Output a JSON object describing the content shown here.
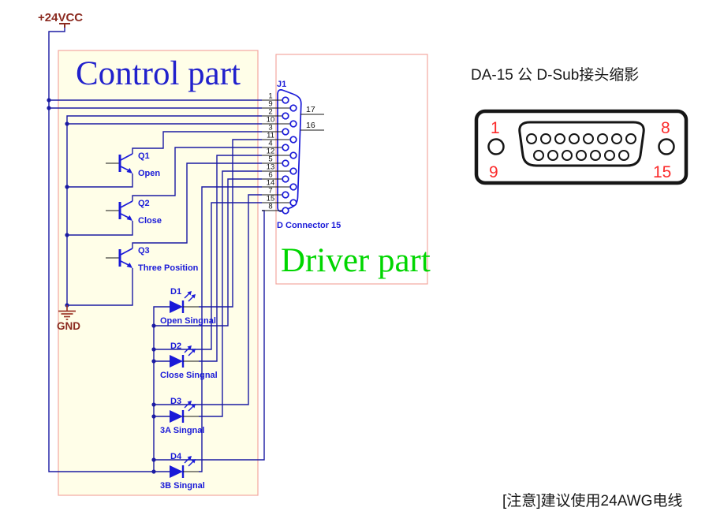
{
  "power": {
    "vcc": "+24VCC",
    "gnd": "GND"
  },
  "control": {
    "title": "Control part",
    "transistors": [
      {
        "ref": "Q1",
        "label": "Open"
      },
      {
        "ref": "Q2",
        "label": "Close"
      },
      {
        "ref": "Q3",
        "label": "Three Position"
      }
    ],
    "leds": [
      {
        "ref": "D1",
        "label": "Open Singnal"
      },
      {
        "ref": "D2",
        "label": "Close Singnal"
      },
      {
        "ref": "D3",
        "label": "3A Singnal"
      },
      {
        "ref": "D4",
        "label": "3B Singnal"
      }
    ]
  },
  "driver": {
    "title": "Driver part"
  },
  "connector": {
    "ref": "J1",
    "label": "D Connector 15",
    "pins": [
      "1",
      "9",
      "2",
      "10",
      "3",
      "11",
      "4",
      "12",
      "5",
      "13",
      "6",
      "14",
      "7",
      "15",
      "8"
    ],
    "side_pins": [
      "17",
      "16"
    ]
  },
  "dsub": {
    "title": "DA-15 公 D-Sub接头缩影",
    "pin_top_left": "1",
    "pin_top_right": "8",
    "pin_bottom_left": "9",
    "pin_bottom_right": "15"
  },
  "note": {
    "text": "[注意]建议使用24AWG电线"
  },
  "colors": {
    "wire": "#1b1ba3",
    "symbol": "#1a1ad8",
    "box_fill": "#fffee8",
    "box_border": "#f2a8a0",
    "control_title": "#2121cc",
    "driver_title": "#00d600",
    "power_text": "#8b2a20",
    "dsub_pin_numbers": "#fb2b2b",
    "black_text": "#161616"
  }
}
